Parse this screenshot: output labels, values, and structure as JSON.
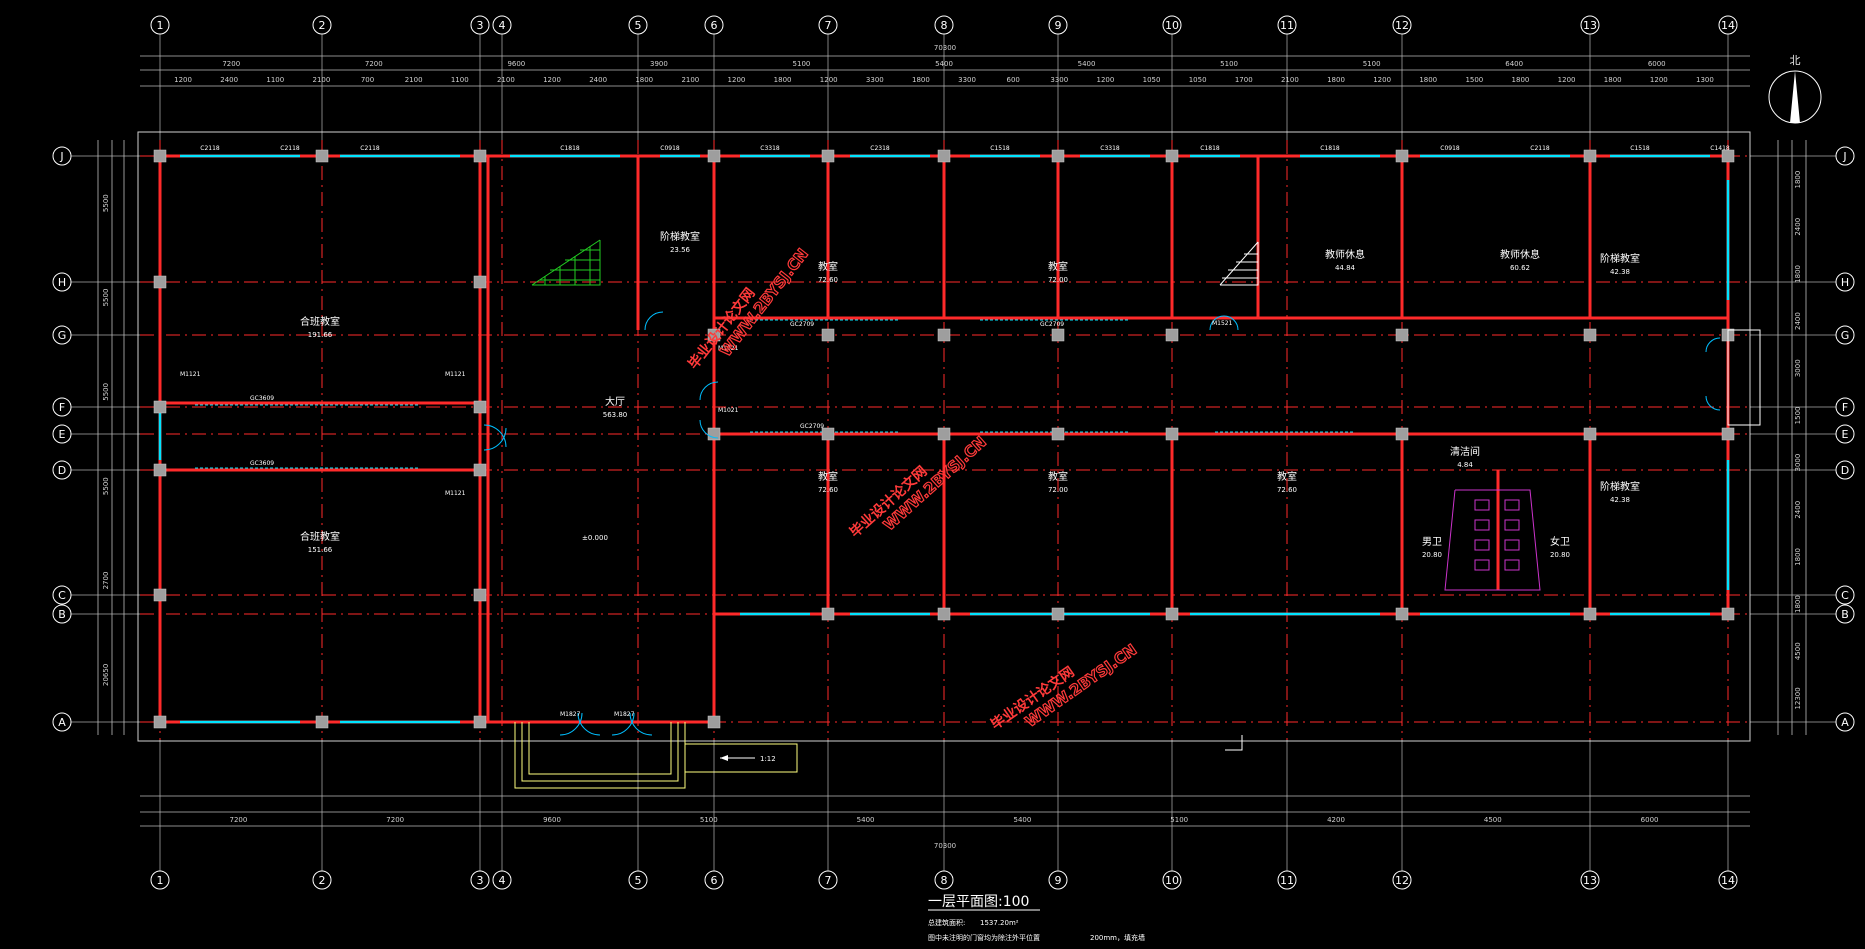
{
  "drawing": {
    "title": "一层平面图:100",
    "area_label": "总建筑面积:",
    "area_value": "1537.20m²",
    "note_line": "图中未注明的门窗均为除注外平位置",
    "wall_note": "200mm，填充墙",
    "north_label": "北"
  },
  "axes_x": [
    "1",
    "2",
    "3",
    "4",
    "5",
    "6",
    "7",
    "8",
    "9",
    "10",
    "11",
    "12",
    "13",
    "14"
  ],
  "axes_y": [
    "J",
    "H",
    "G",
    "F",
    "E",
    "D",
    "C",
    "B",
    "A"
  ],
  "dims_top_total": "70300",
  "dims_top_row1": [
    "7200",
    "7200",
    "9600",
    "3900",
    "5100",
    "5400",
    "5400",
    "5100",
    "5100",
    "6400",
    "6000"
  ],
  "dims_top_row2": [
    "1200",
    "2400",
    "1100",
    "2100",
    "700",
    "2100",
    "1100",
    "2100",
    "1200",
    "2400",
    "1800",
    "2100",
    "1200",
    "1800",
    "1200",
    "3300",
    "1800",
    "3300",
    "600",
    "3300",
    "1200",
    "1050",
    "1050",
    "1700",
    "2100",
    "1800",
    "1200",
    "1800",
    "1500",
    "1800",
    "1200",
    "1800",
    "1200",
    "1300"
  ],
  "dims_bottom_total": "70300",
  "dims_bottom_row1": [
    "7200",
    "7200",
    "9600",
    "5100",
    "5400",
    "5400",
    "5100",
    "4200",
    "4500",
    "6000"
  ],
  "dims_left": [
    "5500",
    "5500",
    "5500",
    "5500",
    "2700",
    "20650"
  ],
  "dims_right": [
    "1800",
    "2400",
    "1800",
    "2400",
    "3000",
    "1500",
    "3000",
    "2400",
    "1800",
    "1800",
    "4500",
    "12300"
  ],
  "rooms": [
    {
      "name": "合班教室",
      "area": "191.66"
    },
    {
      "name": "合班教室",
      "area": "151.66"
    },
    {
      "name": "阶梯教室",
      "area": "23.56"
    },
    {
      "name": "大厅",
      "area": "563.80"
    },
    {
      "name": "教室",
      "area": "72.60"
    },
    {
      "name": "教室",
      "area": "72.00"
    },
    {
      "name": "教师休息",
      "area": "44.84"
    },
    {
      "name": "教师休息",
      "area": "60.62"
    },
    {
      "name": "阶梯教室",
      "area": "42.38"
    },
    {
      "name": "教室",
      "area": "72.60"
    },
    {
      "name": "教室",
      "area": "72.00"
    },
    {
      "name": "教室",
      "area": "72.60"
    },
    {
      "name": "清洁间",
      "area": "4.84"
    },
    {
      "name": "男卫",
      "area": "20.80"
    },
    {
      "name": "女卫",
      "area": "20.80"
    },
    {
      "name": "阶梯教室",
      "area": "42.38"
    }
  ],
  "labels": {
    "ramp": "1:12",
    "level": "±0.000",
    "window_codes": [
      "C2118",
      "C2118",
      "C2118",
      "C1818",
      "C0918",
      "C3318",
      "C2318",
      "C1518",
      "C3318",
      "C1818",
      "C1818",
      "C0918",
      "C2118",
      "C1518",
      "C1418"
    ],
    "door_codes": [
      "M1121",
      "M1121",
      "M1121",
      "M1521",
      "M1827",
      "M1827",
      "M1021",
      "M1021"
    ],
    "gallery": [
      "GC3609",
      "GC3609",
      "GC2709",
      "GC2709",
      "GC2709"
    ]
  },
  "watermarks": [
    "毕业设计论文网",
    "WWW.2BYSJ.CN"
  ],
  "colors": {
    "wall": "#ff2a2a",
    "axis_line": "#ff2a2a",
    "window": "#00e5ff",
    "column": "#9e9e9e",
    "stair": "#22cc22",
    "ramp": "#ffff80",
    "door": "#00bfff",
    "fixture": "#cc33cc"
  }
}
